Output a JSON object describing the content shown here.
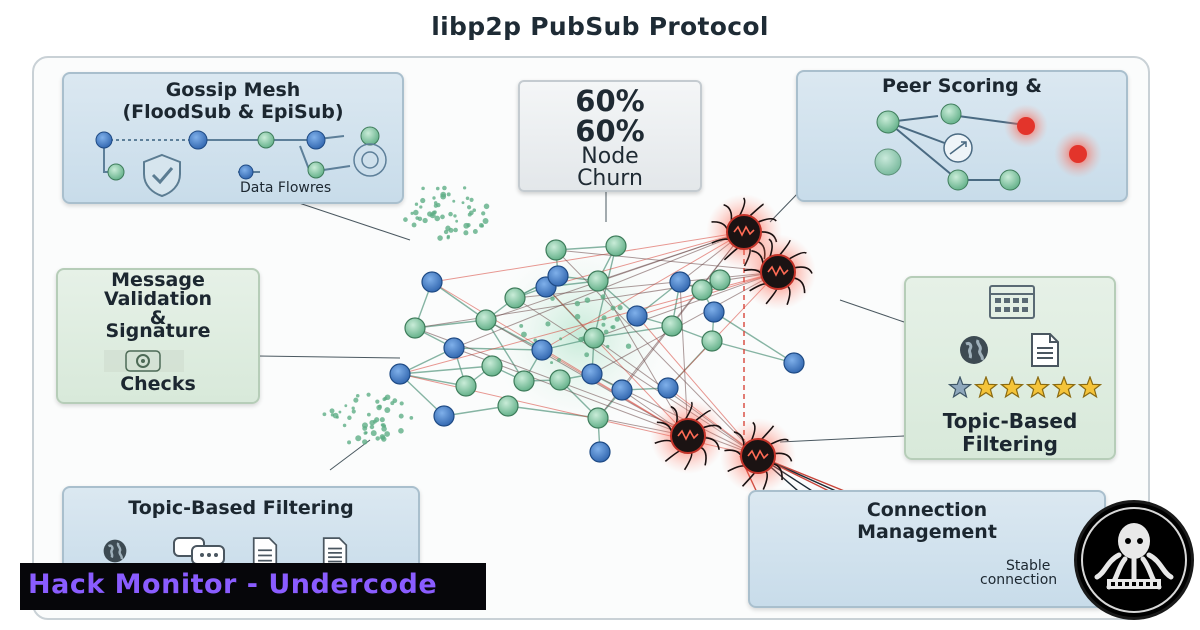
{
  "title": "libp2p PubSub Protocol",
  "gossip_mesh": {
    "title": "Gossip Mesh\n(FloodSub & EpiSub)",
    "caption": "Data Flowres",
    "icon": "shield-check-icon"
  },
  "churn": {
    "line1": "60%",
    "line2": "60%",
    "line3": "Node",
    "line4": "Churn"
  },
  "peer_scoring": {
    "title": "Peer Scoring &"
  },
  "validation": {
    "title1": "Message",
    "title2": "Validation",
    "title3": "&",
    "title4": "Signature",
    "title5": "Checks",
    "icon": "gear-icon"
  },
  "topic_right": {
    "title": "Topic-Based\nFiltering",
    "icons": [
      "calendar-icon",
      "globe-icon",
      "document-icon",
      "star-icon"
    ]
  },
  "topic_left": {
    "title": "Topic-Based Filtering",
    "icons": [
      "globe-icon",
      "chat-icon",
      "document-icon",
      "document-icon"
    ]
  },
  "connection": {
    "title": "Connection\nManagement",
    "caption1": "Stable",
    "caption2": "connection"
  },
  "banner": {
    "text": "Hack Monitor - Undercode"
  },
  "colors": {
    "blue_node": "#3d79c8",
    "green_node": "#86c9a3",
    "malicious": "#e63a2e",
    "edge": "#4d8f7a"
  }
}
